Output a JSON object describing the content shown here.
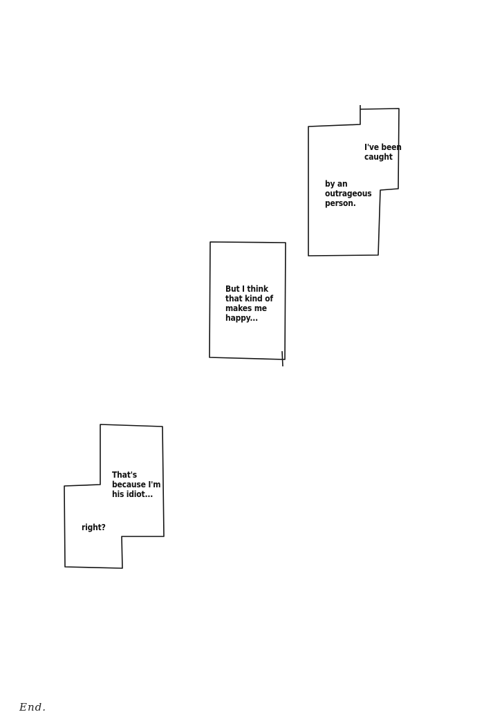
{
  "captions": {
    "top_first": "I've been\ncaught",
    "top_second": "by an\noutrageous\nperson.",
    "middle": "But I think\nthat kind of\nmakes me\nhappy...",
    "bottom_first": "That's\nbecause I'm\nhis idiot...",
    "bottom_second": "right?"
  },
  "end_mark": "End."
}
